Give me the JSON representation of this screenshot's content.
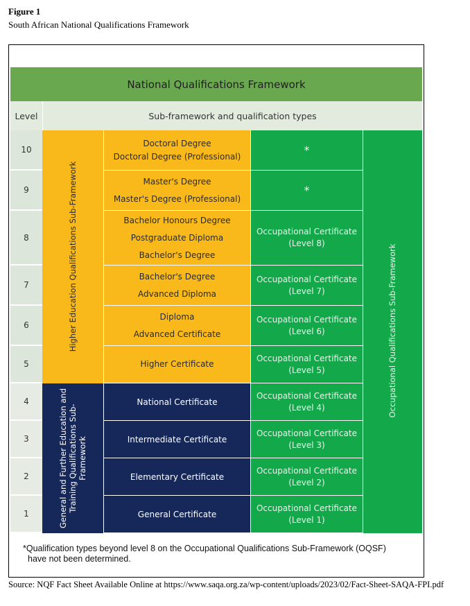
{
  "figure_label": "Figure 1",
  "figure_caption": "South African National Qualifications Framework",
  "title": "National Qualifications Framework",
  "header": {
    "level": "Level",
    "subframework": "Sub-framework and qualification types"
  },
  "levels": [
    "10",
    "9",
    "8",
    "7",
    "6",
    "5",
    "4",
    "3",
    "2",
    "1"
  ],
  "he_subframework_label": "Higher Education Qualifications Sub-Framework",
  "gfet_subframework_label": [
    "General and Further Education and",
    "Training Qualifications  Sub-",
    "Framework"
  ],
  "oq_subframework_label": "Occupational Qualifications Sub-Framework",
  "he_qualifications": [
    [
      "Doctoral Degree",
      "Doctoral Degree (Professional)"
    ],
    [
      "Master's Degree",
      "Master's Degree (Professional)"
    ],
    [
      "Bachelor Honours Degree",
      "Postgraduate Diploma",
      "Bachelor's Degree"
    ],
    [
      "Bachelor's Degree",
      "Advanced Diploma"
    ],
    [
      "Diploma",
      "Advanced Certificate"
    ],
    [
      "Higher Certificate"
    ]
  ],
  "gfet_qualifications": [
    "National Certificate",
    "Intermediate Certificate",
    "Elementary Certificate",
    "General Certificate"
  ],
  "occupational": [
    [
      "*"
    ],
    [
      "*"
    ],
    [
      "Occupational Certificate",
      "(Level  8)"
    ],
    [
      "Occupational Certificate",
      "(Level 7)"
    ],
    [
      "Occupational Certificate",
      "(Level 6)"
    ],
    [
      "Occupational Certificate",
      "(Level 5)"
    ],
    [
      "Occupational Certificate",
      "(Level 4)"
    ],
    [
      "Occupational Certificate",
      "(Level 3)"
    ],
    [
      "Occupational Certificate",
      "(Level 2)"
    ],
    [
      "Occupational Certificate",
      "(Level 1)"
    ]
  ],
  "footnote": [
    "*Qualification types beyond level 8 on the Occupational Qualifications Sub-Framework (OQSF)",
    "have not been determined."
  ],
  "source": "Source: NQF Fact Sheet Available Online at https://www.saqa.org.za/wp-content/uploads/2023/02/Fact-Sheet-SAQA-FPI.pdf",
  "colors": {
    "title_green": "#6aa84f",
    "higher_education_gold": "#f9b91a",
    "gfet_navy": "#16285a",
    "occupational_green": "#13a94b",
    "level_grey_green": "#dde6da"
  }
}
